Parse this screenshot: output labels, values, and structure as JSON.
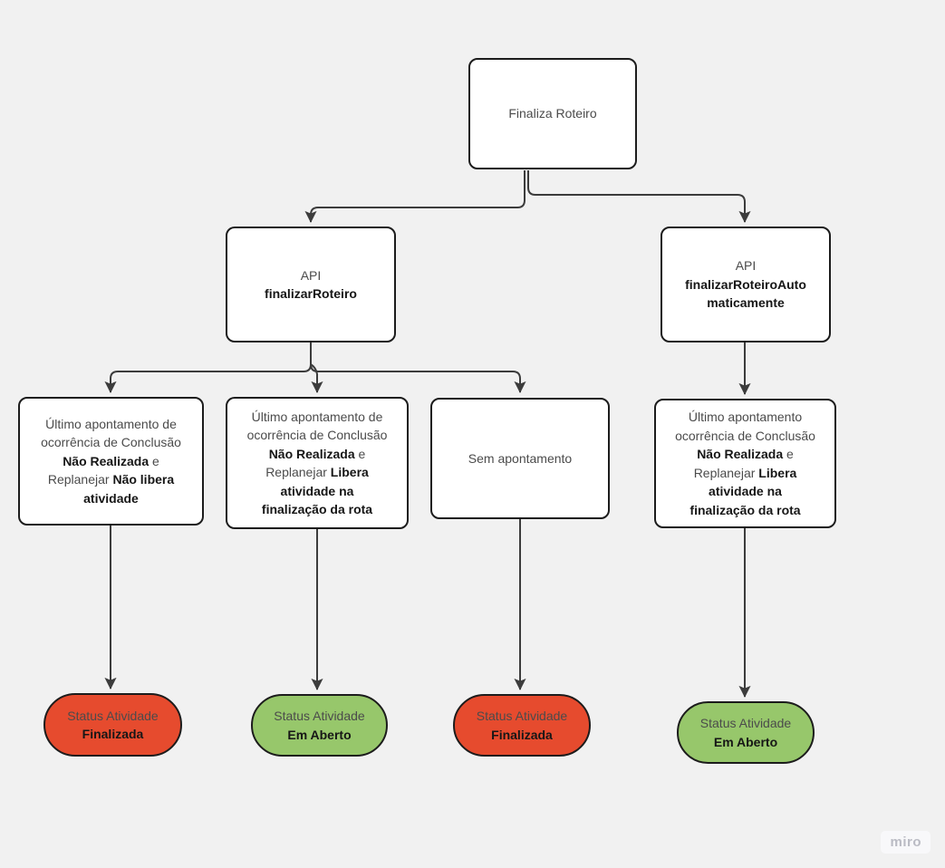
{
  "canvas": {
    "background": "#f1f1f1"
  },
  "colors": {
    "node_fill": "#ffffff",
    "node_border": "#1c1c1c",
    "connector": "#3c3c3c",
    "status_red": "#e64b2e",
    "status_green": "#97c76b",
    "text_regular": "#4b4b4b",
    "text_bold": "#161616"
  },
  "nodes": {
    "root": {
      "segments": [
        {
          "t": "Finaliza Roteiro",
          "b": false
        }
      ]
    },
    "api_left": {
      "segments": [
        {
          "t": "API\n",
          "b": false
        },
        {
          "t": "finalizarRoteiro",
          "b": true
        }
      ]
    },
    "api_right": {
      "segments": [
        {
          "t": "API\n",
          "b": false
        },
        {
          "t": "finalizarRoteiroAuto\nmaticamente",
          "b": true
        }
      ]
    },
    "cond1": {
      "segments": [
        {
          "t": "Último apontamento de\nocorrência de Conclusão\n",
          "b": false
        },
        {
          "t": "Não Realizada",
          "b": true
        },
        {
          "t": " e\nReplanejar ",
          "b": false
        },
        {
          "t": "Não libera\natividade",
          "b": true
        }
      ]
    },
    "cond2": {
      "segments": [
        {
          "t": "Último apontamento de\nocorrência de Conclusão\n",
          "b": false
        },
        {
          "t": "Não Realizada",
          "b": true
        },
        {
          "t": " e\nReplanejar ",
          "b": false
        },
        {
          "t": "Libera\natividade na\nfinalização da rota",
          "b": true
        }
      ]
    },
    "cond3": {
      "segments": [
        {
          "t": "Sem apontamento",
          "b": false
        }
      ]
    },
    "cond4": {
      "segments": [
        {
          "t": "Último apontamento\nocorrência de Conclusão\n",
          "b": false
        },
        {
          "t": "Não Realizada",
          "b": true
        },
        {
          "t": " e\nReplanejar ",
          "b": false
        },
        {
          "t": "Libera\natividade na\nfinalização da rota",
          "b": true
        }
      ]
    },
    "status1": {
      "segments": [
        {
          "t": "Status Atividade\n",
          "b": false
        },
        {
          "t": "Finalizada",
          "b": true
        }
      ],
      "color": "#e64b2e"
    },
    "status2": {
      "segments": [
        {
          "t": "Status Atividade\n",
          "b": false
        },
        {
          "t": "Em Aberto",
          "b": true
        }
      ],
      "color": "#97c76b"
    },
    "status3": {
      "segments": [
        {
          "t": "Status Atividade\n",
          "b": false
        },
        {
          "t": "Finalizada",
          "b": true
        }
      ],
      "color": "#e64b2e"
    },
    "status4": {
      "segments": [
        {
          "t": "Status Atividade\n",
          "b": false
        },
        {
          "t": "Em Aberto",
          "b": true
        }
      ],
      "color": "#97c76b"
    }
  },
  "watermark": {
    "label": "miro"
  }
}
